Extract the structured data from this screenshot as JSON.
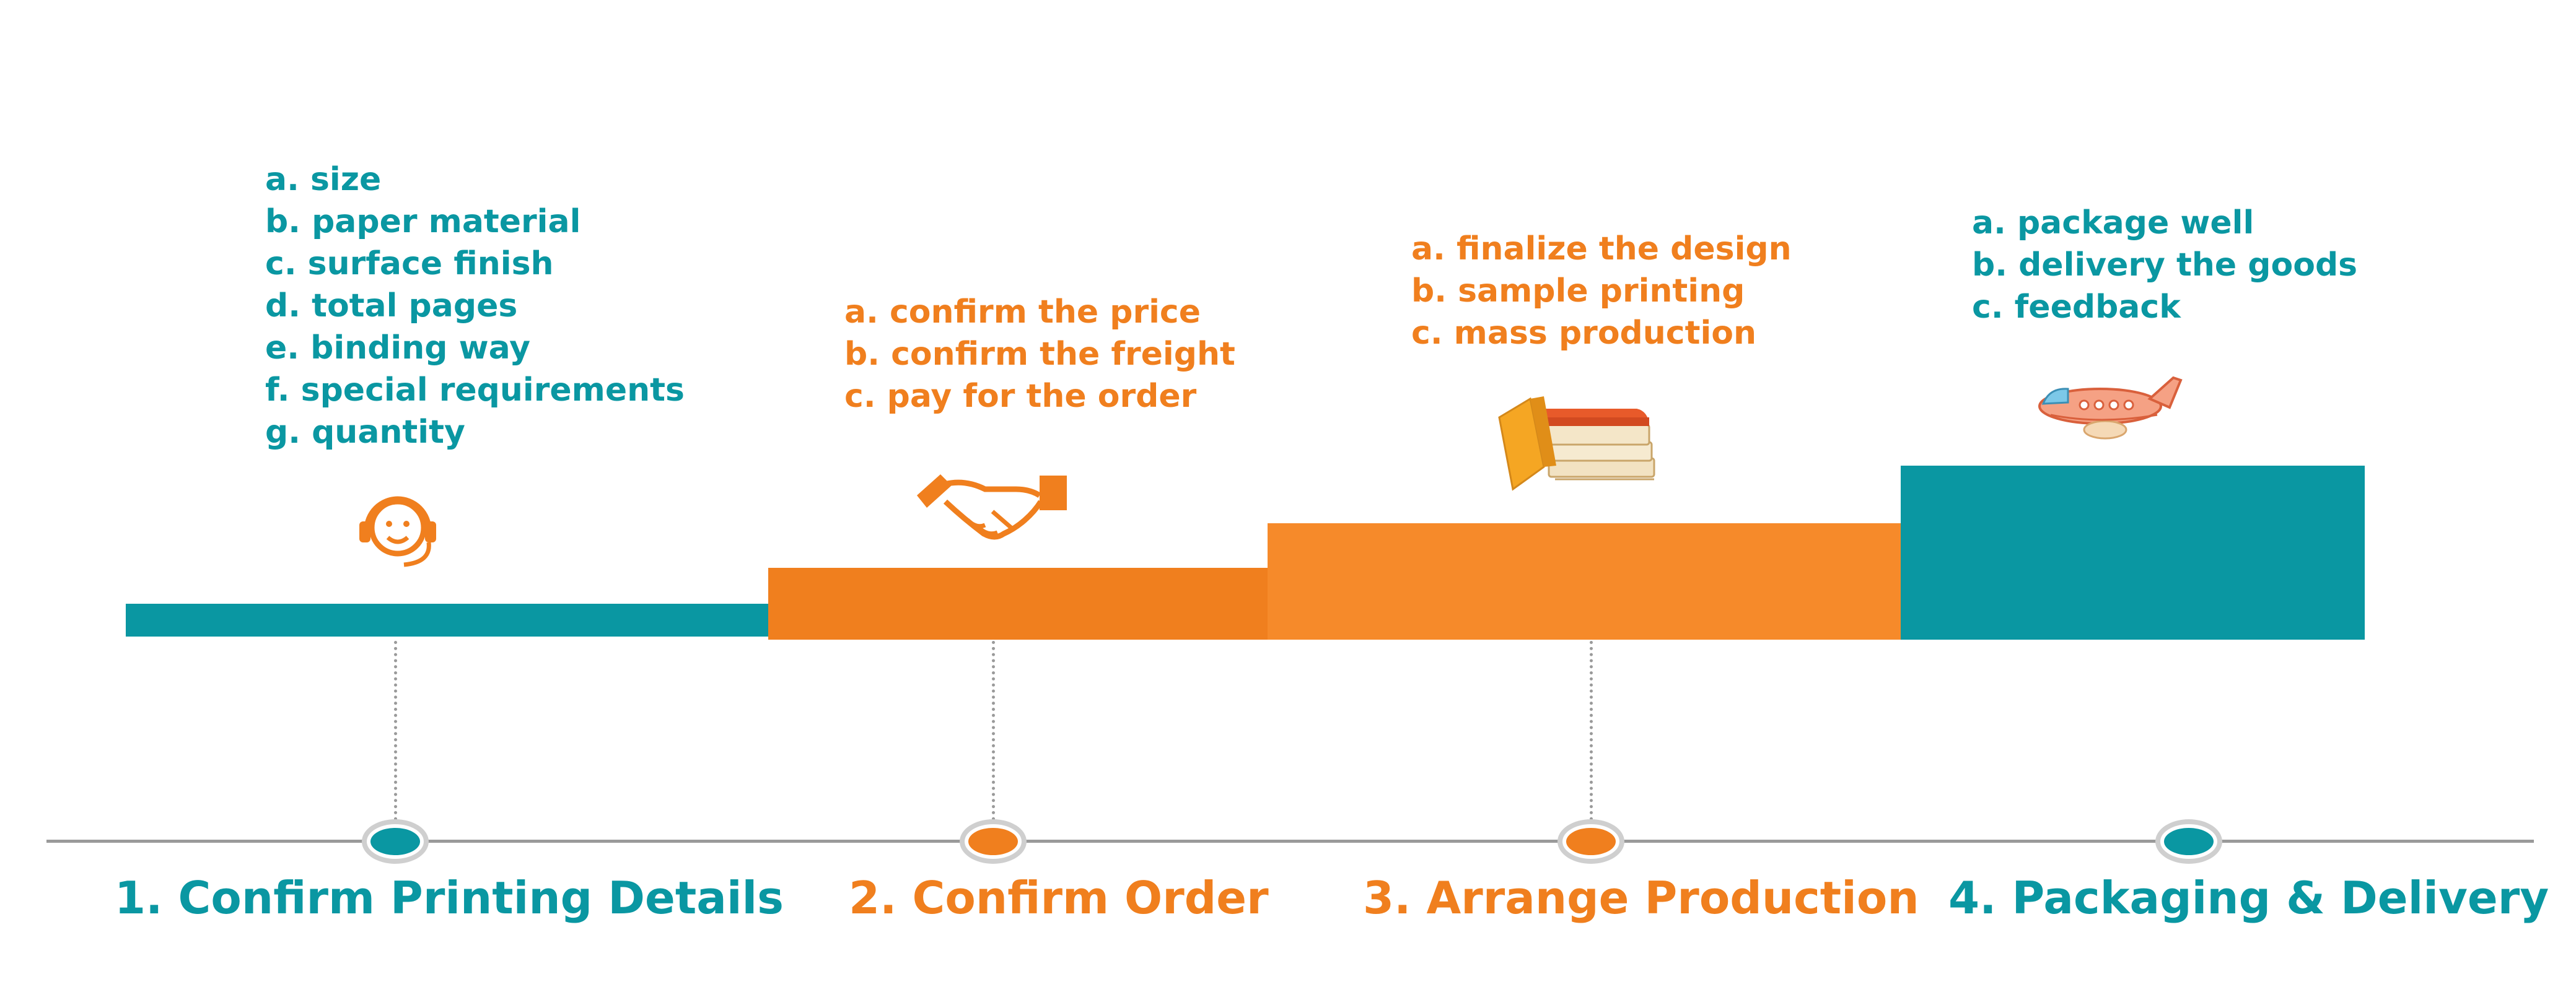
{
  "steps": [
    {
      "title": "1. Confirm Printing Details",
      "color": "#0A97A2",
      "icon": "headset-support-icon",
      "items": [
        "a. size",
        "b. paper material",
        "c. surface finish",
        "d. total pages",
        "e. binding way",
        "f. special requirements",
        "g. quantity"
      ]
    },
    {
      "title": "2. Confirm Order",
      "color": "#F07F1E",
      "icon": "handshake-icon",
      "items": [
        "a. confirm the price",
        "b. confirm the freight",
        "c. pay for the order"
      ]
    },
    {
      "title": "3. Arrange Production",
      "color": "#F07F1E",
      "icon": "books-icon",
      "items": [
        "a. finalize the design",
        "b. sample printing",
        "c. mass production"
      ]
    },
    {
      "title": "4. Packaging & Delivery",
      "color": "#0A97A2",
      "icon": "airplane-icon",
      "items": [
        "a. package well",
        "b. delivery the goods",
        "c. feedback"
      ]
    }
  ]
}
